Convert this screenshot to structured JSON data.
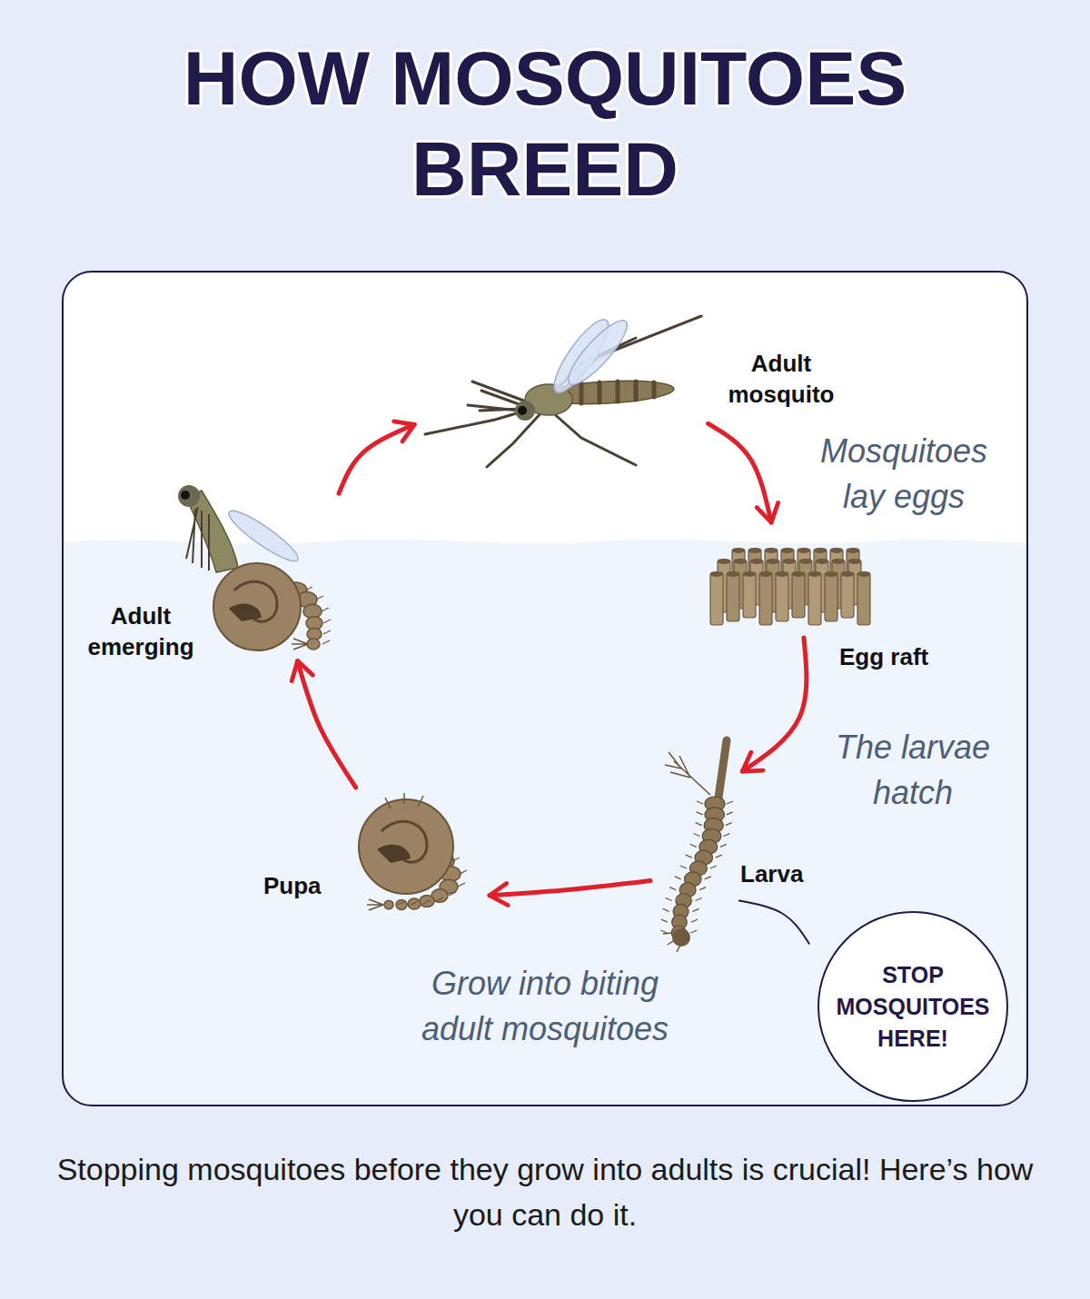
{
  "diagram": {
    "title": "HOW MOSQUITOES BREED",
    "caption": "Stopping mosquitoes before they grow into adults is crucial! Here’s how you can do it.",
    "nodes": [
      {
        "text": [
          "Adult mosquito"
        ]
      },
      {
        "text": [
          "Egg raft"
        ]
      },
      {
        "text": [
          "Larva"
        ]
      },
      {
        "text": [
          "STOP MOSQUITOES HERE!"
        ]
      },
      {
        "text": [
          "Pupa"
        ]
      },
      {
        "text": [
          "Adult emerging"
        ]
      }
    ],
    "edges": [
      {
        "from": 0,
        "to": 1,
        "arrow": "to",
        "label": "Mosquitoes lay eggs"
      },
      {
        "from": 1,
        "to": 2,
        "arrow": "to",
        "label": "The larvae hatch"
      },
      {
        "from": 2,
        "to": 4,
        "arrow": "to",
        "label": "Grow into biting adult mosquitoes"
      },
      {
        "from": 4,
        "to": 5,
        "arrow": "to"
      },
      {
        "from": 5,
        "to": 0,
        "arrow": "to"
      },
      {
        "from": 2,
        "to": 3,
        "arrow": "none"
      }
    ]
  }
}
